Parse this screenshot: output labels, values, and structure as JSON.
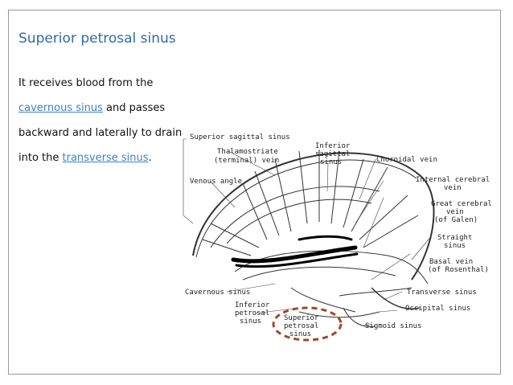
{
  "slide": {
    "title": "Superior petrosal sinus",
    "text_parts": {
      "p1": "It receives blood from the ",
      "link1": "cavernous sinus",
      "p2": " and passes backward and laterally to drain into the ",
      "link2": "transverse sinus",
      "p3": "."
    }
  },
  "diagram": {
    "labels": {
      "superior_sagittal_sinus": "Superior sagittal sinus",
      "thalamostriate_1": "Thalamostriate",
      "thalamostriate_2": "(terminal) vein",
      "inferior_sagittal_1": "Inferior",
      "inferior_sagittal_2": "sagittal",
      "inferior_sagittal_3": "sinus",
      "choroidal_vein": "Choroidal vein",
      "venous_angle": "Venous angle",
      "internal_cerebral_1": "Internal cerebral",
      "internal_cerebral_2": "vein",
      "great_cerebral_1": "Great cerebral",
      "great_cerebral_2": "vein",
      "great_cerebral_3": "(of Galen)",
      "straight_1": "Straight",
      "straight_2": "sinus",
      "basal_1": "Basal vein",
      "basal_2": "(of Rosenthal)",
      "cavernous_sinus": "Cavernous sinus",
      "transverse_sinus": "Transverse sinus",
      "inferior_petrosal_1": "Inferior",
      "inferior_petrosal_2": "petrosal",
      "inferior_petrosal_3": "sinus",
      "superior_petrosal_1": "Superior",
      "superior_petrosal_2": "petrosal",
      "superior_petrosal_3": "sinus",
      "occipital_sinus": "Occipital sinus",
      "sigmoid_sinus": "Sigmoid sinus"
    },
    "highlight_color": "#9b4a2a"
  }
}
